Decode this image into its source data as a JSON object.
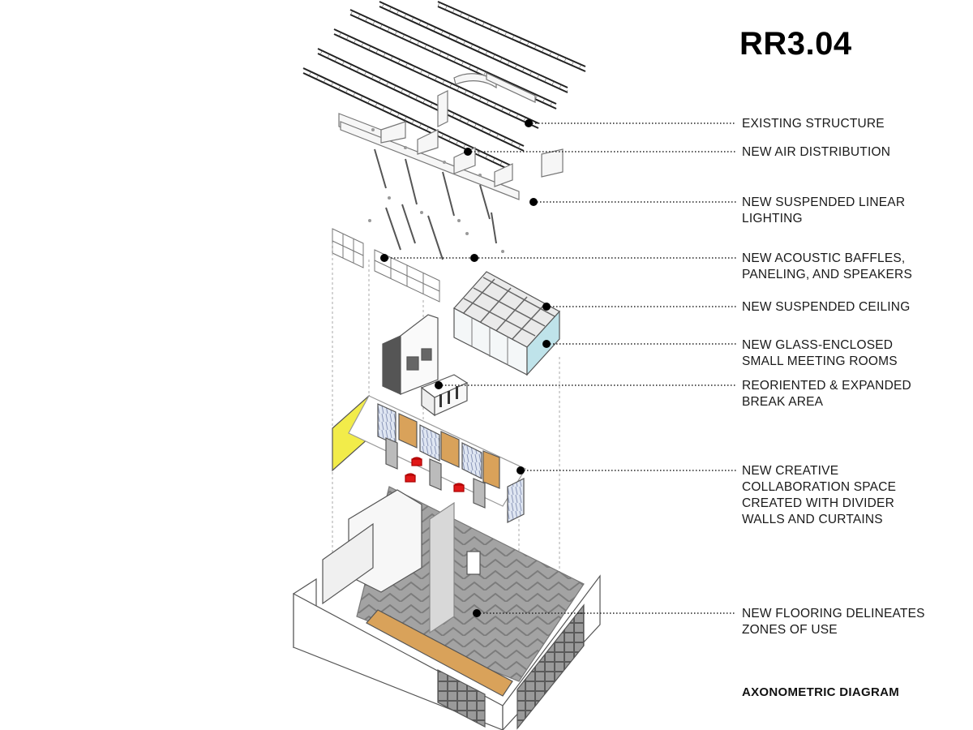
{
  "sheet_id": "RR3.04",
  "caption": "AXONOMETRIC DIAGRAM",
  "callouts": [
    {
      "lines": [
        "EXISTING STRUCTURE"
      ]
    },
    {
      "lines": [
        "NEW AIR DISTRIBUTION"
      ]
    },
    {
      "lines": [
        "NEW SUSPENDED LINEAR",
        "LIGHTING"
      ]
    },
    {
      "lines": [
        "NEW ACOUSTIC BAFFLES,",
        "PANELING, AND SPEAKERS"
      ]
    },
    {
      "lines": [
        "NEW SUSPENDED CEILING"
      ]
    },
    {
      "lines": [
        "NEW GLASS-ENCLOSED",
        "SMALL MEETING ROOMS"
      ]
    },
    {
      "lines": [
        "REORIENTED & EXPANDED",
        "BREAK AREA"
      ]
    },
    {
      "lines": [
        "NEW CREATIVE",
        "COLLABORATION SPACE",
        "CREATED WITH DIVIDER",
        "WALLS AND CURTAINS"
      ]
    },
    {
      "lines": [
        "NEW FLOORING DELINEATES",
        "ZONES OF USE"
      ]
    }
  ],
  "colors": {
    "line": "#333333",
    "accent_yellow": "#f2ec4a",
    "accent_wood": "#d9a25a",
    "accent_red": "#e01818",
    "glass": "#bfe3ea",
    "floor": "#9a9a9a"
  }
}
